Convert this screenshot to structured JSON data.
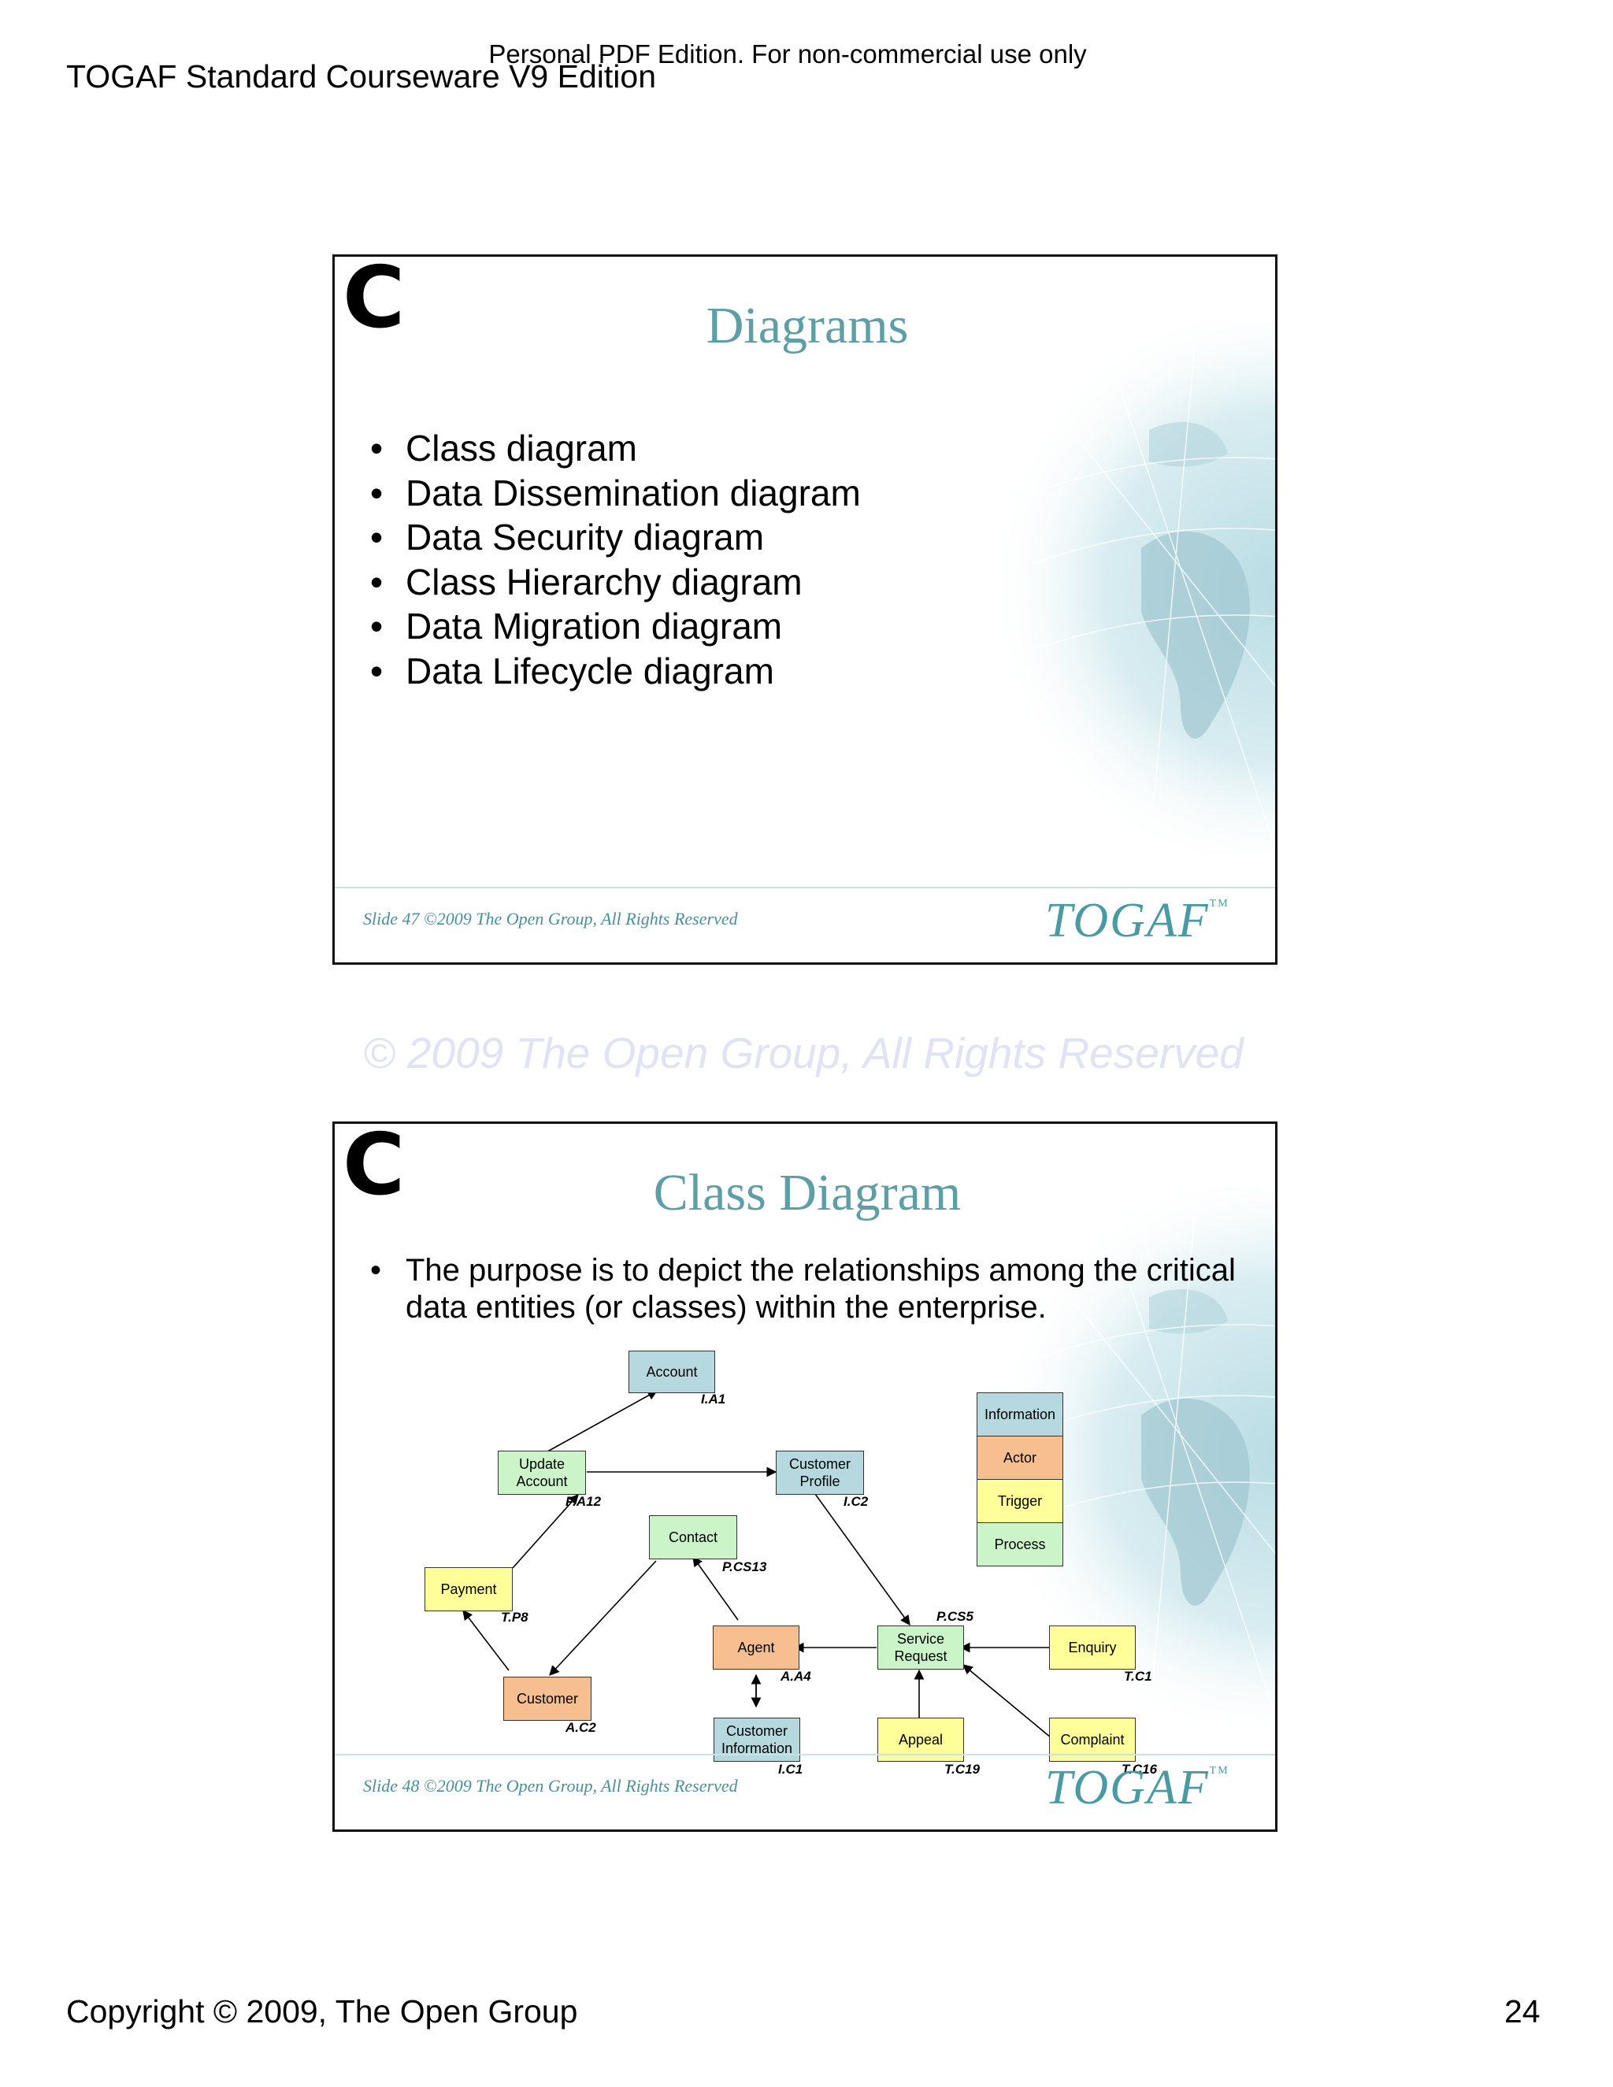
{
  "document": {
    "pdf_notice": "Personal PDF Edition. For non-commercial use only",
    "header": "TOGAF Standard Courseware V9 Edition",
    "watermark": "© 2009 The Open Group, All Rights Reserved",
    "footer_left": "Copyright © 2009, The Open Group",
    "page_number": "24"
  },
  "slides": [
    {
      "letter": "C",
      "title": "Diagrams",
      "bullets": [
        "Class diagram",
        "Data Dissemination diagram",
        "Data Security diagram",
        "Class Hierarchy diagram",
        "Data Migration diagram",
        "Data Lifecycle diagram"
      ],
      "caption": "Slide 47  ©2009 The Open Group, All Rights Reserved",
      "logo": "TOGAF",
      "logo_tm": "TM"
    },
    {
      "letter": "C",
      "title": "Class Diagram",
      "bullet": "The purpose is to depict the relationships among the critical data entities (or classes) within the enterprise.",
      "caption": "Slide 48  ©2009 The Open Group, All Rights Reserved",
      "logo": "TOGAF",
      "logo_tm": "TM",
      "diagram": {
        "nodes": {
          "account": {
            "text": "Account",
            "id": "I.A1"
          },
          "update_account": {
            "text": "Update Account",
            "id": "P.A12"
          },
          "customer_profile": {
            "text": "Customer Profile",
            "id": "I.C2"
          },
          "contact": {
            "text": "Contact",
            "id": "P.CS13"
          },
          "payment": {
            "text": "Payment",
            "id": "T.P8"
          },
          "agent": {
            "text": "Agent",
            "id": "A.A4"
          },
          "service_request": {
            "text": "Service Request",
            "id": "P.CS5"
          },
          "enquiry": {
            "text": "Enquiry",
            "id": "T.C1"
          },
          "customer": {
            "text": "Customer",
            "id": "A.C2"
          },
          "customer_information": {
            "text": "Customer Information",
            "id": "I.C1"
          },
          "appeal": {
            "text": "Appeal",
            "id": "T.C19"
          },
          "complaint": {
            "text": "Complaint",
            "id": "T.C16"
          }
        },
        "legend": {
          "information": "Information",
          "actor": "Actor",
          "trigger": "Trigger",
          "process": "Process"
        },
        "colors": {
          "information": "#b5d9df",
          "actor": "#f7bf8f",
          "trigger": "#ffff99",
          "process": "#ccf4c9"
        }
      }
    }
  ]
}
